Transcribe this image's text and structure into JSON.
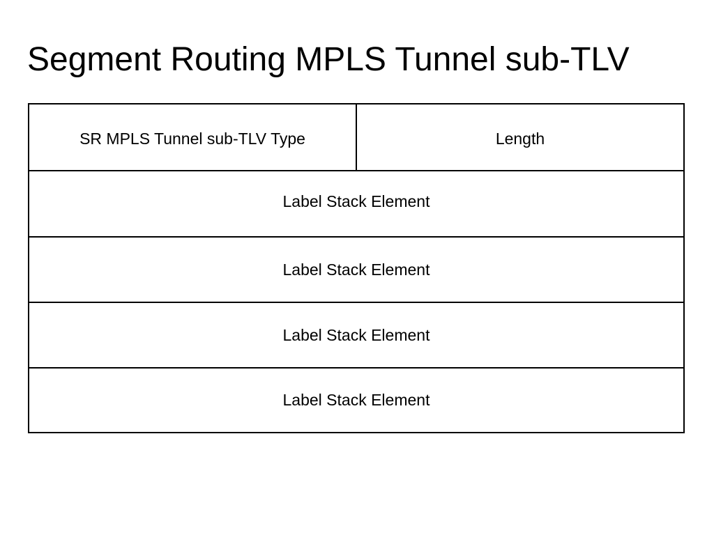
{
  "title": "Segment Routing MPLS Tunnel sub-TLV",
  "diagram": {
    "header_fields": [
      "SR MPLS Tunnel sub-TLV Type",
      "Length"
    ],
    "rows": [
      "Label Stack Element",
      "Label Stack Element",
      "Label Stack Element",
      "Label Stack Element"
    ]
  },
  "colors": {
    "background": "#ffffff",
    "line": "#000000",
    "text": "#000000"
  }
}
